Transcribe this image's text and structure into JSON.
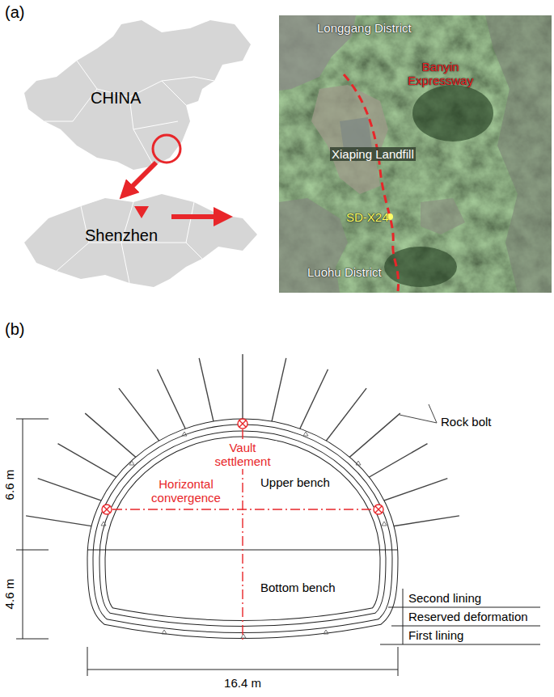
{
  "diagram": {
    "labels": [
      "(a)",
      "CHINA",
      "Shenzhen",
      "Longgang District",
      "Banyin Expressway",
      "Xiaping Landfill",
      "SD-X24",
      "Luohu District",
      "(b)",
      "Rock bolt",
      "Vault settlement",
      "Upper bench",
      "Horizontal convergence",
      "Bottom bench",
      "Second lining",
      "Reserved deformation",
      "First lining",
      "6.6 m",
      "4.6 m",
      "16.4 m"
    ]
  }
}
